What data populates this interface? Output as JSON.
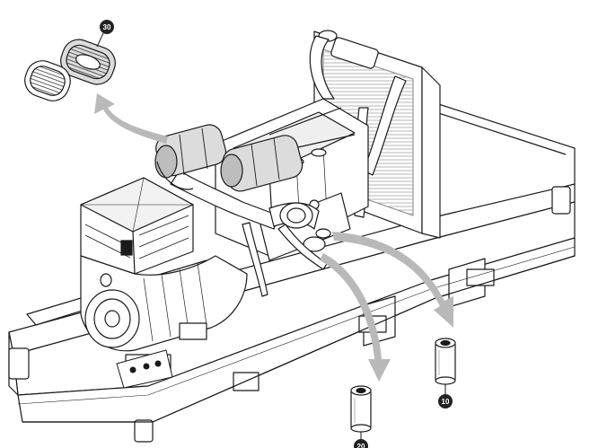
{
  "callouts": {
    "air_filter": "30",
    "oil_filter": "10",
    "fuel_filter": "20"
  },
  "colors": {
    "line": "#1a1a1a",
    "arrow": "#b9b9b9",
    "badge": "#222222",
    "paper": "#ffffff",
    "shade": "#d8d8d8"
  },
  "icons": [
    "air-filter-element-icon",
    "oil-filter-cartridge-icon",
    "fuel-filter-cartridge-icon",
    "curved-arrow-icon"
  ]
}
